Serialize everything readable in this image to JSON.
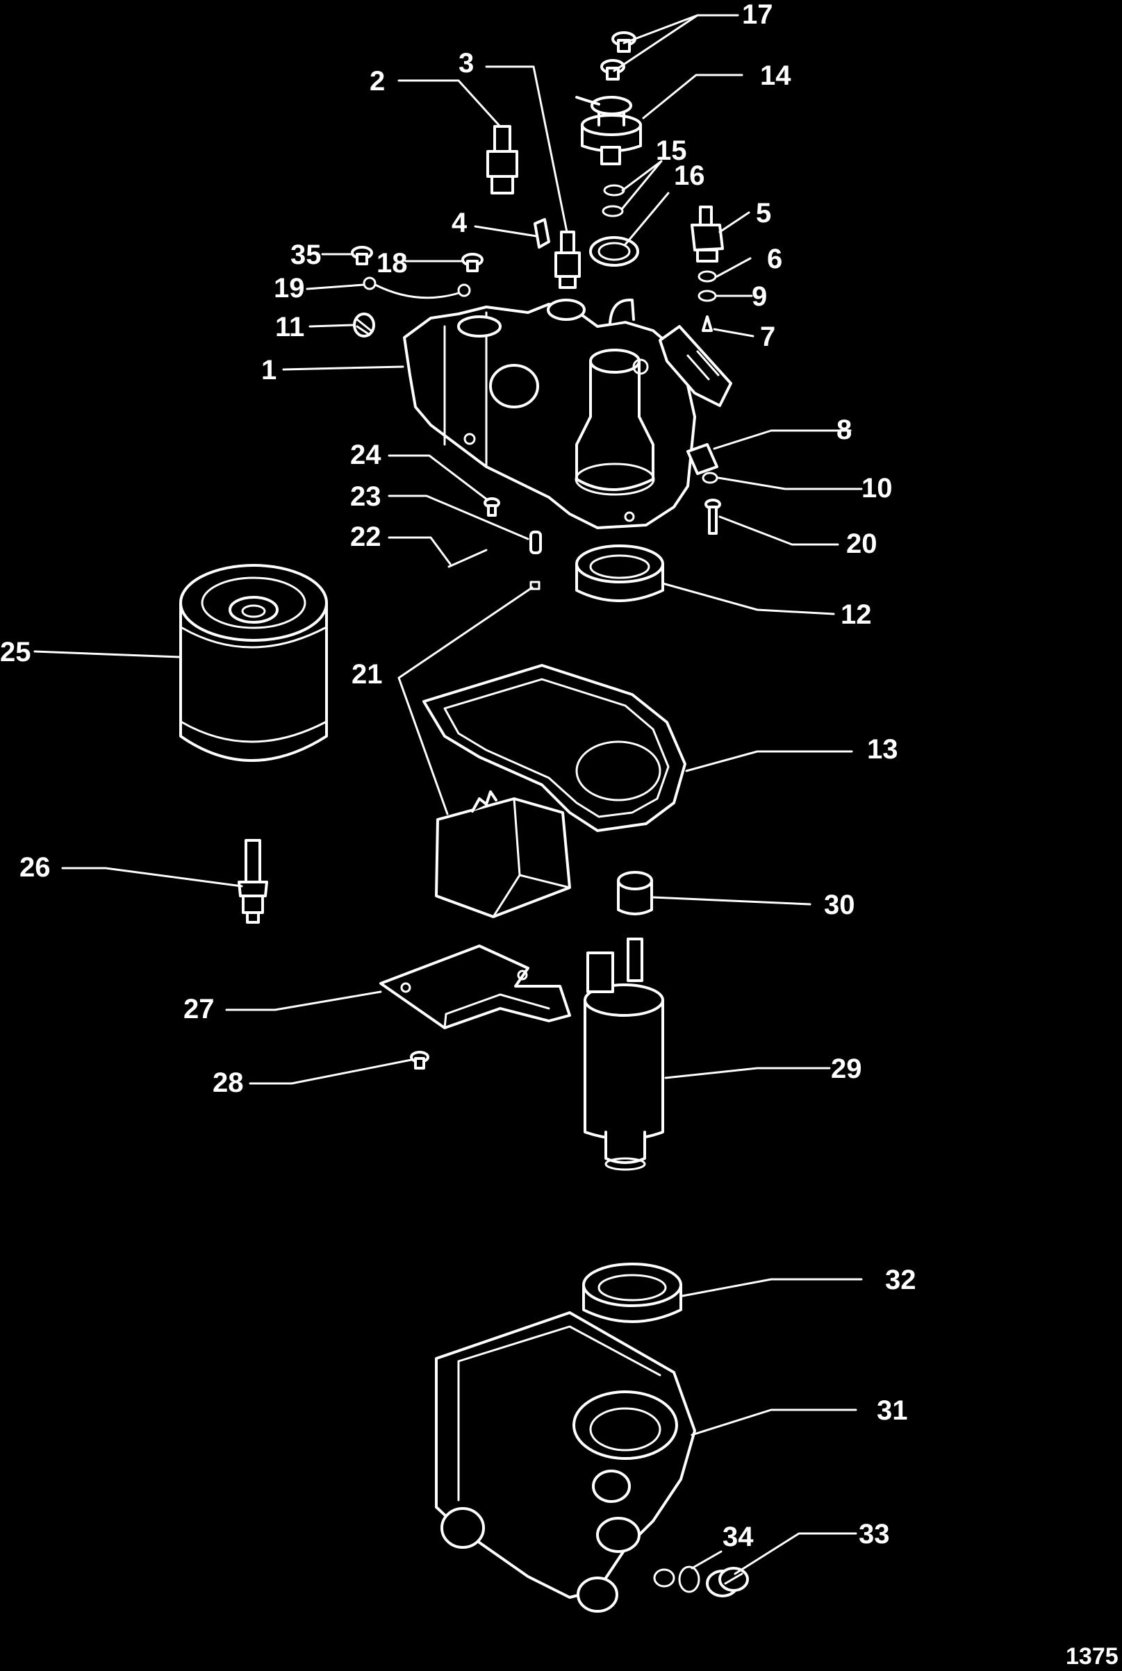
{
  "diagram": {
    "callouts": [
      "1",
      "2",
      "3",
      "4",
      "5",
      "6",
      "7",
      "8",
      "9",
      "10",
      "11",
      "12",
      "13",
      "14",
      "15",
      "16",
      "17",
      "18",
      "19",
      "20",
      "21",
      "22",
      "23",
      "24",
      "25",
      "26",
      "27",
      "28",
      "29",
      "30",
      "31",
      "32",
      "33",
      "34",
      "35"
    ],
    "figure_number": "1375"
  },
  "colors": {
    "background": "#000000",
    "line": "#ffffff"
  }
}
